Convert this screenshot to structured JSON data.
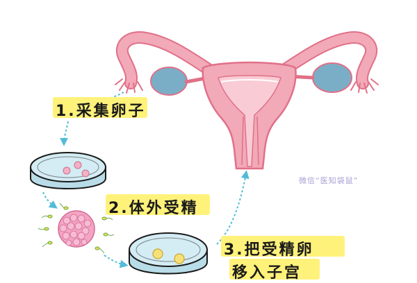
{
  "steps": [
    {
      "number": "1.",
      "text": "采集卵子"
    },
    {
      "number": "2.",
      "text": "体外受精"
    },
    {
      "number": "3.",
      "text": "把受精卵",
      "text2": "移入子宫"
    }
  ],
  "watermark": "微信“医知袋鼠”",
  "colors": {
    "uterus": "#f2a9b8",
    "uterus_outline": "#e07088",
    "ovary": "#7aaec6",
    "highlight": "#fff27a",
    "dish": "#d4ecf4",
    "egg": "#f4b0c6",
    "fertilized_egg": "#f7e07a",
    "embryo": "#f4a5c3",
    "arrow": "#52bcd8",
    "watermark": "#a9a0d6"
  },
  "icons": [
    "uterus-illustration",
    "petri-dish-icon",
    "sperm-icon",
    "embryo-icon",
    "arrow-icon"
  ]
}
